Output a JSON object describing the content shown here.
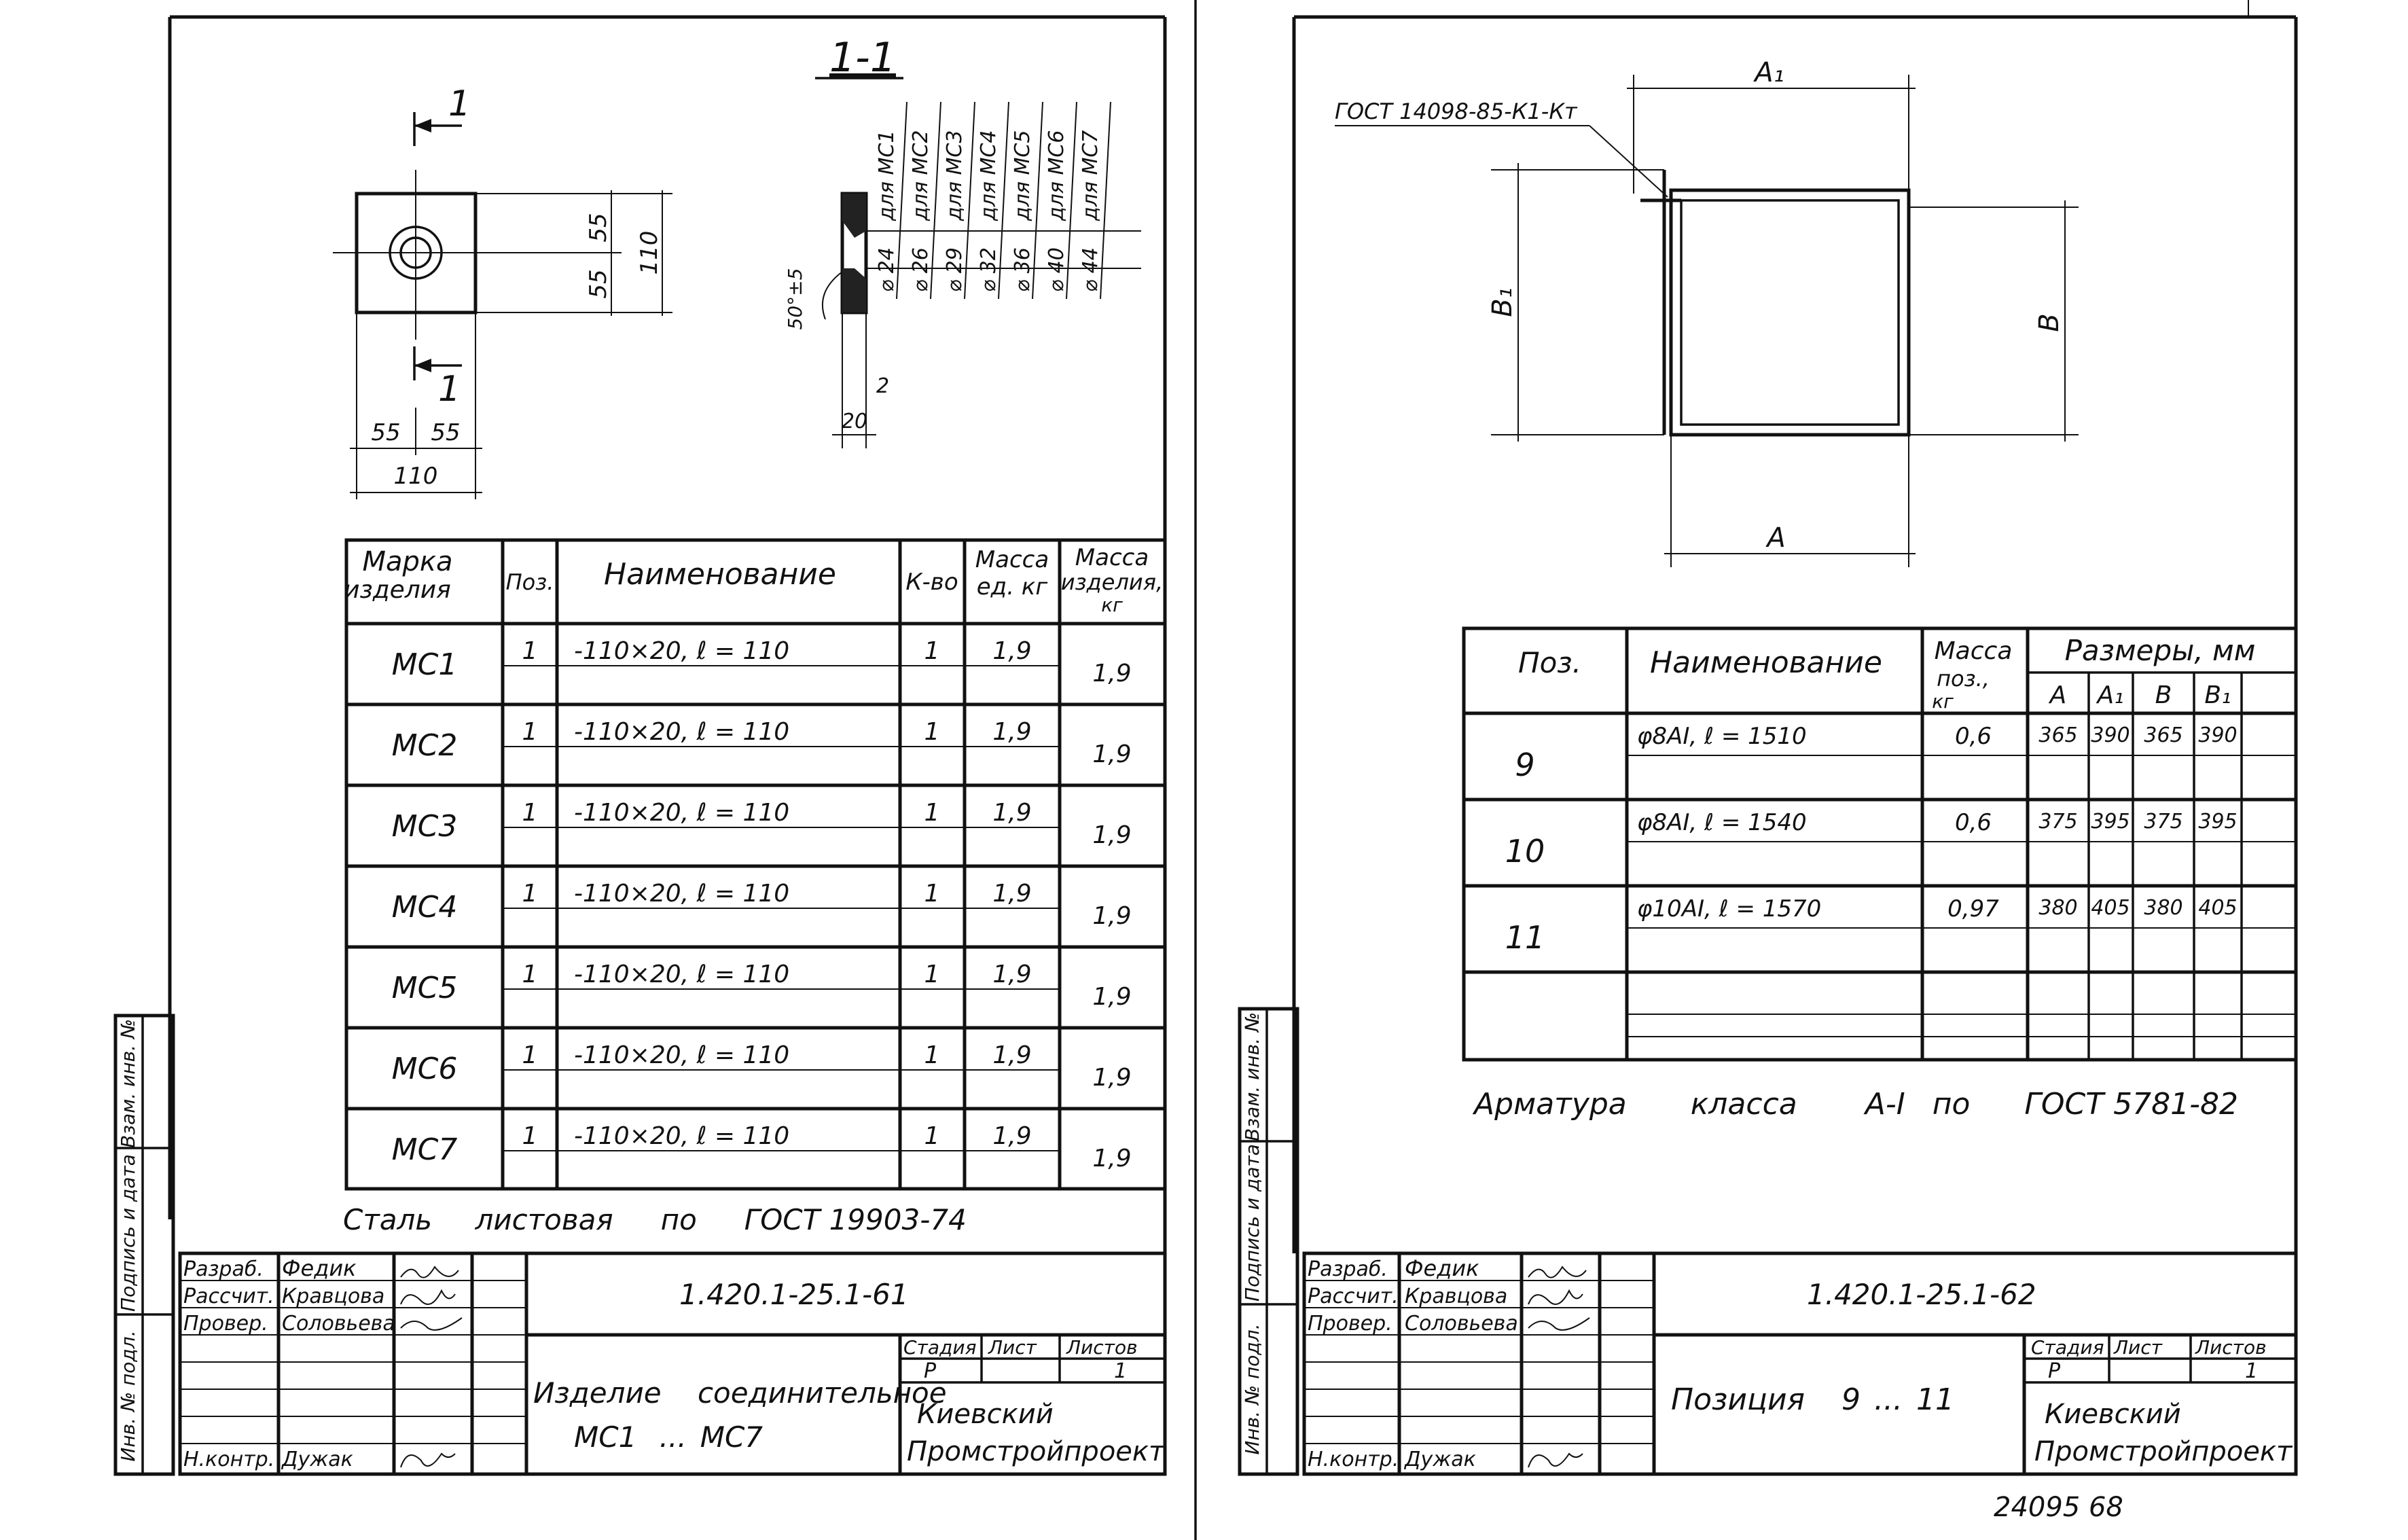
{
  "sheet61": {
    "section_label": "1-1",
    "cut_mark_top": "1",
    "cut_mark_bottom": "1",
    "dims": {
      "half_h1": "55",
      "half_h2": "55",
      "height": "110",
      "half_w1": "55",
      "half_w2": "55",
      "width": "110",
      "chamfer": "50°±5",
      "thick": "20",
      "edge": "2"
    },
    "hole_dims": [
      {
        "dia": "24",
        "label": "для МС1"
      },
      {
        "dia": "26",
        "label": "для МС2"
      },
      {
        "dia": "29",
        "label": "для МС3"
      },
      {
        "dia": "32",
        "label": "для МС4"
      },
      {
        "dia": "36",
        "label": "для МС5"
      },
      {
        "dia": "40",
        "label": "для МС6"
      },
      {
        "dia": "44",
        "label": "для МС7"
      }
    ],
    "spec_header": {
      "mark": "Марка изделия",
      "pos": "Поз.",
      "name": "Наименование",
      "qty": "К-во",
      "unit_mass": "Масса ед. кг",
      "item_mass": "Масса изделия, кг"
    },
    "spec_rows": [
      {
        "mark": "МС1",
        "pos": "1",
        "name": "-110×20,  ℓ = 110",
        "qty": "1",
        "unit_mass": "1,9",
        "item_mass": "1,9"
      },
      {
        "mark": "МС2",
        "pos": "1",
        "name": "-110×20,  ℓ = 110",
        "qty": "1",
        "unit_mass": "1,9",
        "item_mass": "1,9"
      },
      {
        "mark": "МС3",
        "pos": "1",
        "name": "-110×20,  ℓ = 110",
        "qty": "1",
        "unit_mass": "1,9",
        "item_mass": "1,9"
      },
      {
        "mark": "МС4",
        "pos": "1",
        "name": "-110×20,  ℓ = 110",
        "qty": "1",
        "unit_mass": "1,9",
        "item_mass": "1,9"
      },
      {
        "mark": "МС5",
        "pos": "1",
        "name": "-110×20,  ℓ = 110",
        "qty": "1",
        "unit_mass": "1,9",
        "item_mass": "1,9"
      },
      {
        "mark": "МС6",
        "pos": "1",
        "name": "-110×20,  ℓ = 110",
        "qty": "1",
        "unit_mass": "1,9",
        "item_mass": "1,9"
      },
      {
        "mark": "МС7",
        "pos": "1",
        "name": "-110×20,  ℓ = 110",
        "qty": "1",
        "unit_mass": "1,9",
        "item_mass": "1,9"
      }
    ],
    "note": "Сталь листовая по ГОСТ 19903-74",
    "title_block": {
      "code": "1.420.1-25.1-61",
      "roles": [
        "Разраб.",
        "Рассчит.",
        "Провер.",
        "Н.контр."
      ],
      "names": [
        "Федик",
        "Кравцова",
        "Соловьева",
        "Дужак"
      ],
      "title": "Изделие соединительное МС1 ... МС7",
      "stage_label": "Стадия",
      "sheet_label": "Лист",
      "sheets_label": "Листов",
      "stage": "Р",
      "sheets": "1",
      "org": "Киевский Промстройпроект"
    },
    "side_stamp": [
      "Инв. № подл.",
      "Подпись и дата",
      "Взам. инв. №"
    ]
  },
  "sheet62": {
    "gost_callout": "ГОСТ 14098-85-К1-Кт",
    "dims": {
      "a1": "А₁",
      "a": "А",
      "b1": "В₁",
      "b": "В"
    },
    "spec_header": {
      "pos": "Поз.",
      "name": "Наименование",
      "mass": "Масса поз., кг",
      "sizes": "Размеры, мм",
      "a": "А",
      "a1": "А₁",
      "b": "В",
      "b1": "В₁"
    },
    "spec_rows": [
      {
        "pos": "9",
        "name": "φ8АI,  ℓ = 1510",
        "mass": "0,6",
        "a": "365",
        "a1": "390",
        "b": "365",
        "b1": "390"
      },
      {
        "pos": "10",
        "name": "φ8АI,  ℓ = 1540",
        "mass": "0,6",
        "a": "375",
        "a1": "395",
        "b": "375",
        "b1": "395"
      },
      {
        "pos": "11",
        "name": "φ10АI,  ℓ = 1570",
        "mass": "0,97",
        "a": "380",
        "a1": "405",
        "b": "380",
        "b1": "405"
      }
    ],
    "note": "Арматура класса А-I по ГОСТ 5781-82",
    "title_block": {
      "code": "1.420.1-25.1-62",
      "roles": [
        "Разраб.",
        "Рассчит.",
        "Провер.",
        "Н.контр."
      ],
      "names": [
        "Федик",
        "Кравцова",
        "Соловьева",
        "Дужак"
      ],
      "title": "Позиция 9 ... 11",
      "stage_label": "Стадия",
      "sheet_label": "Лист",
      "sheets_label": "Листов",
      "stage": "Р",
      "sheets": "1",
      "org": "Киевский Промстройпроект"
    },
    "side_stamp": [
      "Инв. № подл.",
      "Подпись и дата",
      "Взам. инв. №"
    ]
  },
  "footer_number": "24095  68"
}
